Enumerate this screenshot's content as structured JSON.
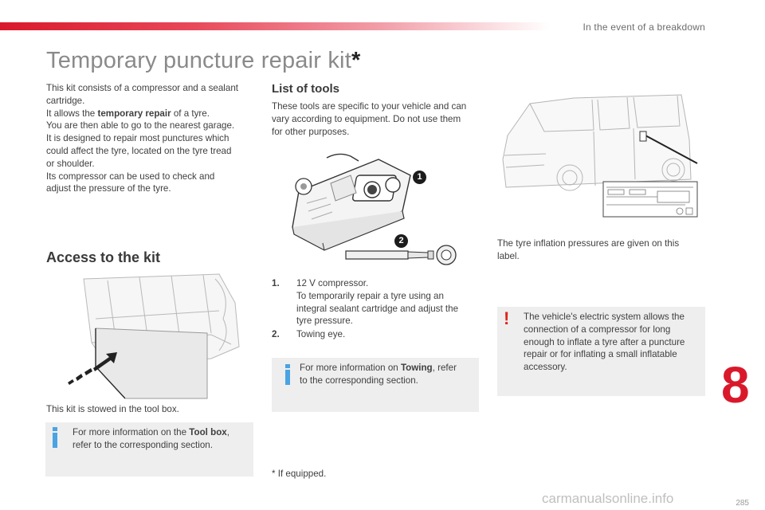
{
  "header": {
    "section": "In the event of a breakdown"
  },
  "title": {
    "text": "Temporary puncture repair kit",
    "star": "*"
  },
  "intro": [
    "This kit consists of a compressor and a sealant",
    "cartridge."
  ],
  "intro_repair": {
    "prefix": "It allows the ",
    "bold": "temporary repair",
    "suffix": " of a tyre."
  },
  "intro_rest": [
    "You are then able to go to the nearest garage.",
    "It is designed to repair most punctures which",
    "could affect the tyre, located on the tyre tread",
    "or shoulder.",
    "Its compressor can be used to check and",
    "adjust the pressure of the tyre."
  ],
  "access": {
    "heading": "Access to the kit",
    "stowed": "This kit is stowed in the tool box.",
    "note_prefix": "For more information on the ",
    "note_bold": "Tool box",
    "note_suffix": ",",
    "note_line2": "refer to the corresponding section."
  },
  "tools": {
    "heading": "List of tools",
    "desc": [
      "These tools are specific to your vehicle and can",
      "vary according to equipment. Do not use them",
      "for other purposes."
    ],
    "badges": [
      "1",
      "2"
    ],
    "items": [
      {
        "num": "1.",
        "text": [
          "12 V compressor.",
          "To temporarily repair a tyre using an",
          "integral sealant cartridge and adjust the",
          "tyre pressure."
        ]
      },
      {
        "num": "2.",
        "text": [
          "Towing eye."
        ]
      }
    ],
    "note_prefix": "For more information on ",
    "note_bold": "Towing",
    "note_suffix": ", refer",
    "note_line2": "to the corresponding section.",
    "footnote": "* If equipped."
  },
  "right": {
    "pressure_text": [
      "The tyre inflation pressures are given on this",
      "label."
    ],
    "warning": [
      "The vehicle's electric system allows the",
      "connection of a compressor for long",
      "enough to inflate a tyre after a puncture",
      "repair or for inflating a small inflatable",
      "accessory."
    ],
    "warning_icon": "!"
  },
  "chapter_number": "8",
  "page_number": "285",
  "watermark": "carmanualsonline.info",
  "colors": {
    "accent_red": "#d9192b",
    "info_blue": "#4aa3e2",
    "warn_red": "#e2231a",
    "box_grey": "#eeeeee"
  }
}
